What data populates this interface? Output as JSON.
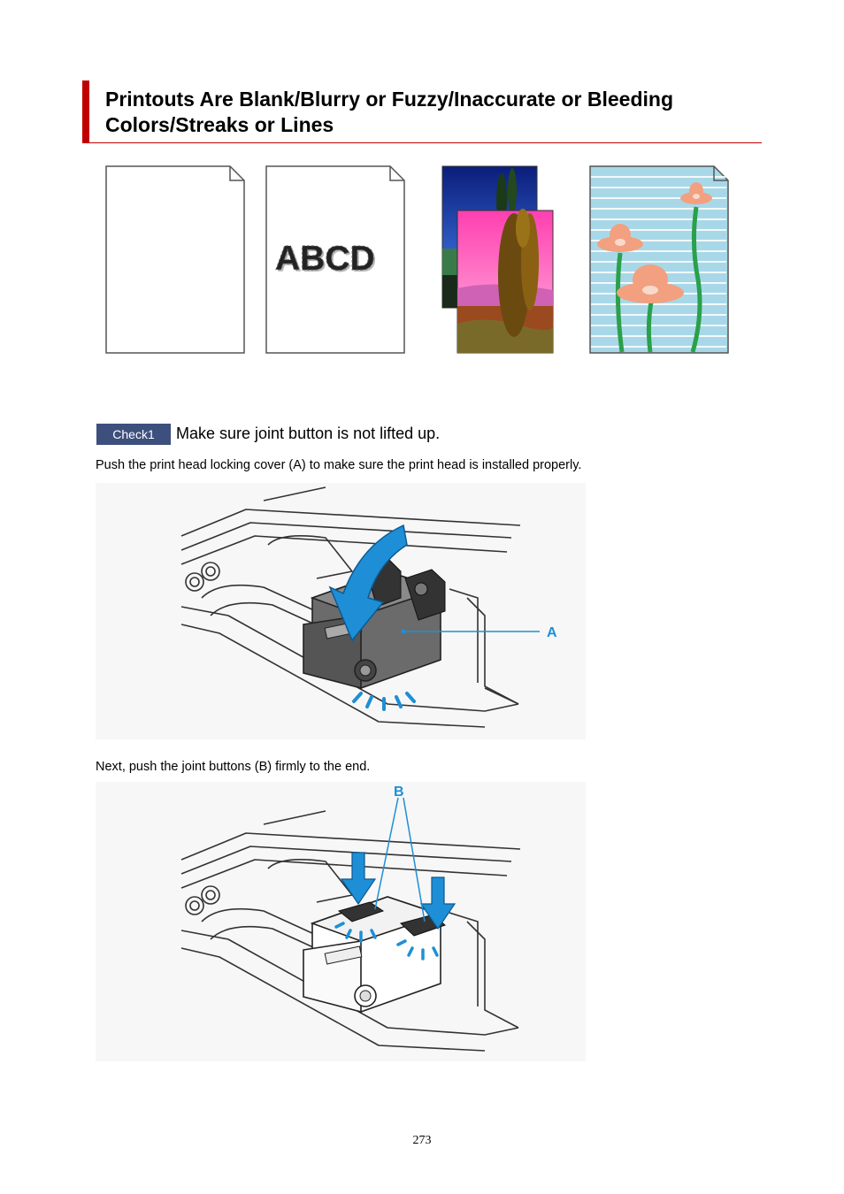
{
  "heading": {
    "title": "Printouts Are Blank/Blurry or Fuzzy/Inaccurate or Bleeding Colors/Streaks or Lines"
  },
  "samples": {
    "icons": [
      "blank-page-icon",
      "blurry-text-page-icon",
      "inaccurate-color-photos-icon",
      "streaked-flower-print-icon"
    ],
    "blurry_text": "ABCD"
  },
  "check1": {
    "badge": "Check1",
    "title": "Make sure joint button is not lifted up.",
    "step1_text": "Push the print head locking cover (A) to make sure the print head is installed properly.",
    "step1_callout": "A",
    "step2_text": "Next, push the joint buttons (B) firmly to the end.",
    "step2_callout": "B"
  },
  "colors": {
    "accent_red": "#c00000",
    "badge_blue": "#3d4f7d",
    "callout_blue": "#1e8fd6"
  },
  "footer": {
    "page_number": "273"
  }
}
